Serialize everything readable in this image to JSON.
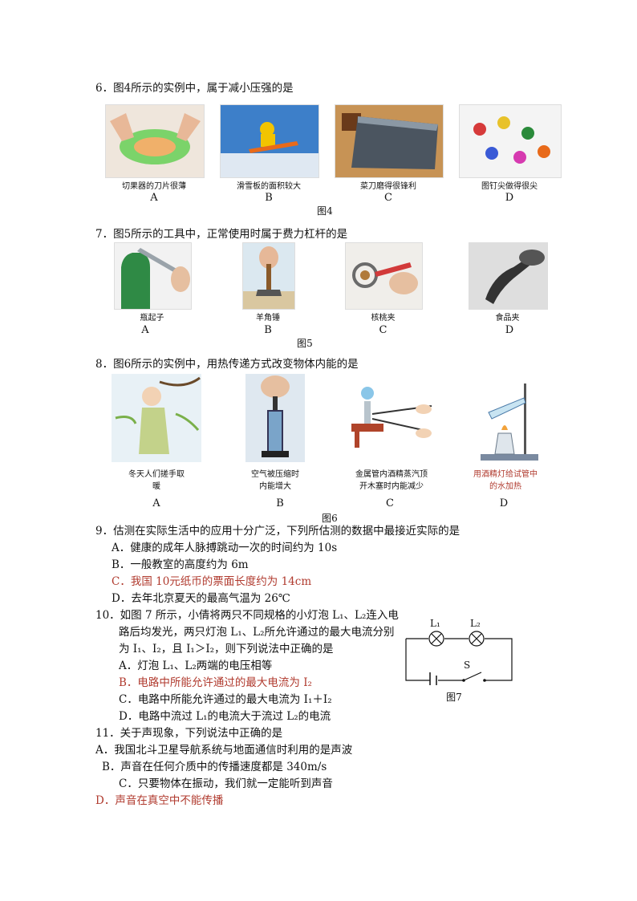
{
  "q6": {
    "stem": "6．图4所示的实例中，属于减小压强的是",
    "items": [
      {
        "caption": "切果器的刀片很薄",
        "letter": "A"
      },
      {
        "caption": "滑雪板的面积较大",
        "letter": "B"
      },
      {
        "caption": "菜刀磨得很锋利",
        "letter": "C"
      },
      {
        "caption": "图钉尖做得很尖",
        "letter": "D"
      }
    ],
    "figure": "图4"
  },
  "q7": {
    "stem": "7．图5所示的工具中，正常使用时属于费力杠杆的是",
    "items": [
      {
        "caption": "瓶起子",
        "letter": "A"
      },
      {
        "caption": "羊角锤",
        "letter": "B"
      },
      {
        "caption": "核桃夹",
        "letter": "C"
      },
      {
        "caption": "食品夹",
        "letter": "D"
      }
    ],
    "figure": "图5"
  },
  "q8": {
    "stem": "8．图6所示的实例中，用热传递方式改变物体内能的是",
    "items": [
      {
        "caption1": "冬天人们搓手取",
        "caption2": "暖",
        "letter": "A"
      },
      {
        "caption1": "空气被压缩时",
        "caption2": "内能增大",
        "letter": "B"
      },
      {
        "caption1": "金属管内酒精蒸汽顶",
        "caption2": "开木塞时内能减少",
        "letter": "C"
      },
      {
        "caption1": "用酒精灯给试管中",
        "caption2": "的水加热",
        "letter": "D"
      }
    ],
    "figure": "图6"
  },
  "q9": {
    "stem": "9．估测在实际生活中的应用十分广泛，下列所估测的数据中最接近实际的是",
    "options": [
      "A．健康的成年人脉搏跳动一次的时间约为 10s",
      "B．一般教室的高度约为 6m",
      "C．我国 10元纸币的票面长度约为 14cm",
      "D．去年北京夏天的最高气温为 26℃"
    ]
  },
  "q10": {
    "line1": "10．如图 7 所示，小倩将两只不同规格的小灯泡 L₁、L₂连入电",
    "line2": "路后均发光，两只灯泡 L₁、L₂所允许通过的最大电流分别",
    "line3": "为 I₁、I₂，且 I₁＞I₂，则下列说法中正确的是",
    "options": [
      "A．灯泡 L₁、L₂两端的电压相等",
      "B．电路中所能允许通过的最大电流为 I₂",
      "C．电路中所能允许通过的最大电流为 I₁＋I₂",
      "D．电路中流过 L₁的电流大于流过 L₂的电流"
    ],
    "circuit": {
      "lamp1": "L₁",
      "lamp2": "L₂",
      "switch": "S",
      "figure": "图7"
    }
  },
  "q11": {
    "stem": "11．关于声现象，下列说法中正确的是",
    "options": [
      "A．我国北斗卫星导航系统与地面通信时利用的是声波",
      "B．声音在任何介质中的传播速度都是 340m/s",
      "C．只要物体在振动，我们就一定能听到声音",
      "D．声音在真空中不能传播"
    ]
  }
}
